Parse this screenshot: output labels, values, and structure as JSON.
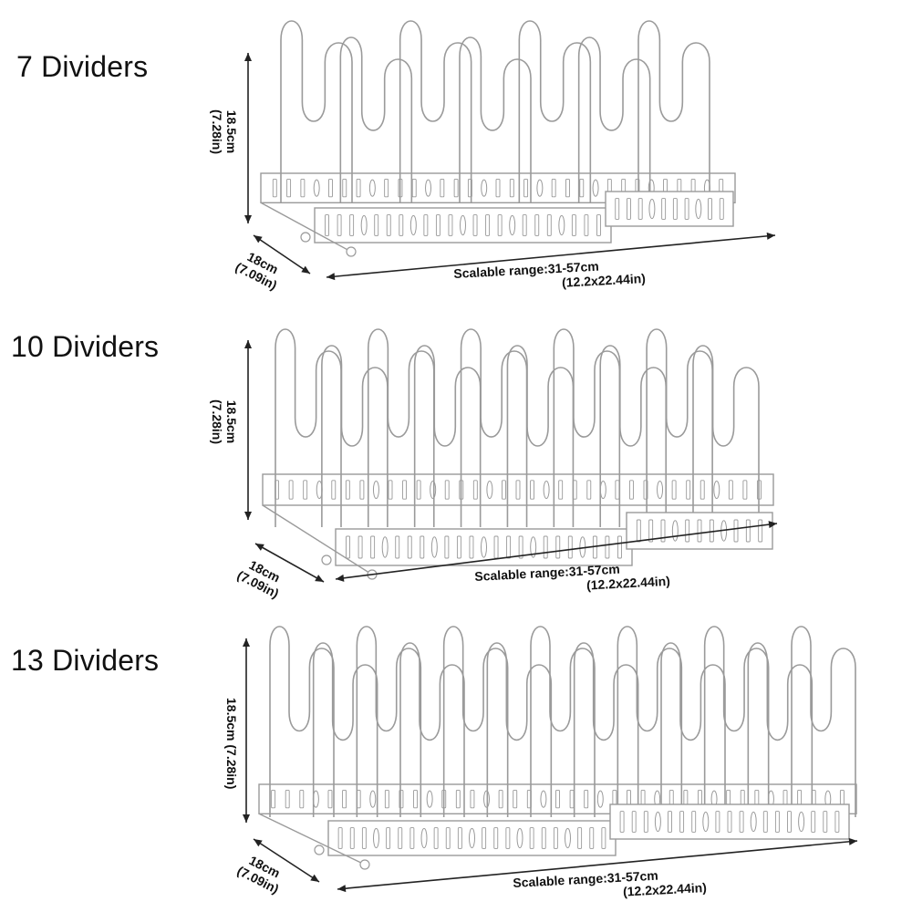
{
  "panels": [
    {
      "title": "7 Dividers",
      "height_label": "18.5cm",
      "height_sub": "(7.28in)",
      "depth_label": "18cm",
      "depth_sub": "(7.09in)",
      "range_label": "Scalable range:31-57cm",
      "range_sub": "(12.2x22.44in)",
      "divider_count": 7
    },
    {
      "title": "10 Dividers",
      "height_label": "18.5cm",
      "height_sub": "(7.28in)",
      "depth_label": "18cm",
      "depth_sub": "(7.09in)",
      "range_label": "Scalable range:31-57cm",
      "range_sub": "(12.2x22.44in)",
      "divider_count": 10
    },
    {
      "title": "13 Dividers",
      "height_label": "18.5cm (7.28in)",
      "depth_label": "18cm",
      "depth_sub": "(7.09in)",
      "range_label": "Scalable range:31-57cm",
      "range_sub": "(12.2x22.44in)",
      "divider_count": 13
    }
  ],
  "colors": {
    "rack_line": "#9a9a9a",
    "rack_fill": "#ffffff",
    "arrow": "#222222"
  },
  "icons": [
    "rack-image",
    "dimension-arrow"
  ]
}
